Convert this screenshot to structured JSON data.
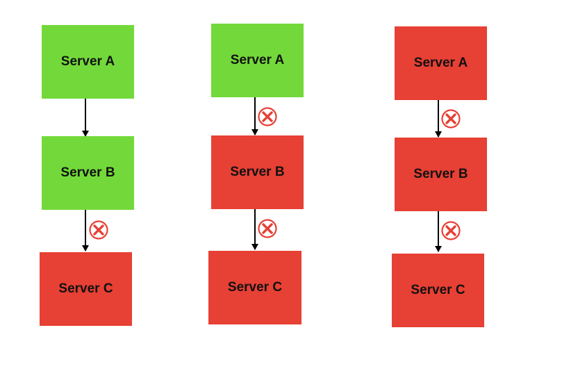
{
  "colors": {
    "up": "#73d93a",
    "down": "#e74034",
    "error_mark": "#e74034"
  },
  "columns": [
    {
      "servers": [
        {
          "label": "Server A",
          "status": "up"
        },
        {
          "label": "Server B",
          "status": "up"
        },
        {
          "label": "Server C",
          "status": "down"
        }
      ],
      "links": [
        {
          "from": "Server A",
          "to": "Server B",
          "failed": false
        },
        {
          "from": "Server B",
          "to": "Server C",
          "failed": true
        }
      ]
    },
    {
      "servers": [
        {
          "label": "Server A",
          "status": "up"
        },
        {
          "label": "Server B",
          "status": "down"
        },
        {
          "label": "Server C",
          "status": "down"
        }
      ],
      "links": [
        {
          "from": "Server A",
          "to": "Server B",
          "failed": true
        },
        {
          "from": "Server B",
          "to": "Server C",
          "failed": true
        }
      ]
    },
    {
      "servers": [
        {
          "label": "Server A",
          "status": "down"
        },
        {
          "label": "Server B",
          "status": "down"
        },
        {
          "label": "Server C",
          "status": "down"
        }
      ],
      "links": [
        {
          "from": "Server A",
          "to": "Server B",
          "failed": true
        },
        {
          "from": "Server B",
          "to": "Server C",
          "failed": true
        }
      ]
    }
  ]
}
